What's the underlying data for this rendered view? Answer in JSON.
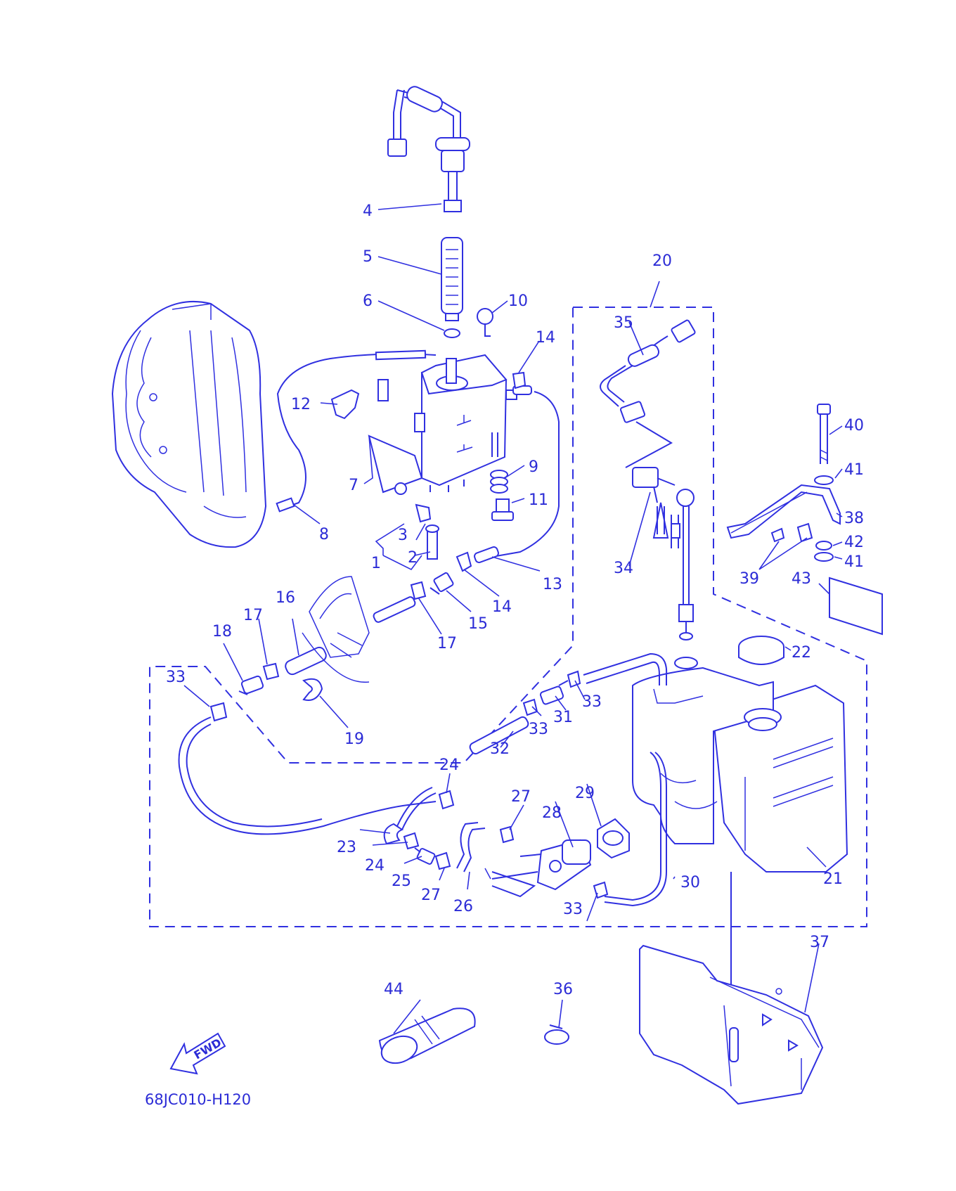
{
  "diagram_code": "68JC010-H120",
  "fwd_label": "FWD",
  "callouts": {
    "c1": "1",
    "c2": "2",
    "c3": "3",
    "c4": "4",
    "c5": "5",
    "c6": "6",
    "c7": "7",
    "c8": "8",
    "c9": "9",
    "c10": "10",
    "c11": "11",
    "c12": "12",
    "c13": "13",
    "c14a": "14",
    "c14b": "14",
    "c15": "15",
    "c16": "16",
    "c17a": "17",
    "c17b": "17",
    "c18": "18",
    "c19": "19",
    "c20": "20",
    "c21": "21",
    "c22": "22",
    "c23": "23",
    "c24a": "24",
    "c24b": "24",
    "c25": "25",
    "c26": "26",
    "c27a": "27",
    "c27b": "27",
    "c28": "28",
    "c29": "29",
    "c30": "30",
    "c31": "31",
    "c32": "32",
    "c33a": "33",
    "c33b": "33",
    "c33c": "33",
    "c33d": "33",
    "c34": "34",
    "c35": "35",
    "c36": "36",
    "c37": "37",
    "c38": "38",
    "c39": "39",
    "c40": "40",
    "c41a": "41",
    "c41b": "41",
    "c42": "42",
    "c43": "43",
    "c44": "44"
  },
  "colors": {
    "line": "#3030e0",
    "text": "#2b2bd6",
    "background": "#ffffff"
  }
}
